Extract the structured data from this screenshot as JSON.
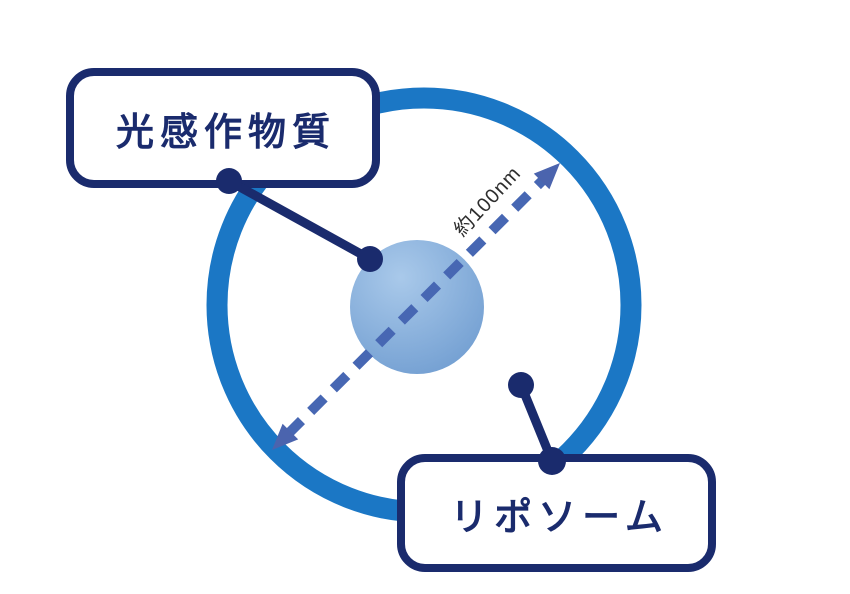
{
  "diagram": {
    "title": "liposome-structure-diagram",
    "labels": {
      "photosensitizer": "光感作物質",
      "liposome": "リポソーム",
      "diameter": "約100nm"
    },
    "colors": {
      "navy": "#1a2b6d",
      "ring_blue": "#1b77c5",
      "dash_blue": "#4767b3",
      "arrow_blue": "#4b64ae",
      "sphere_light": "#a9c9ea",
      "sphere_dark": "#6f9cd0",
      "box_fill": "#ffffff",
      "diameter_text": "#2e2e2e",
      "background": "#ffffff"
    }
  }
}
